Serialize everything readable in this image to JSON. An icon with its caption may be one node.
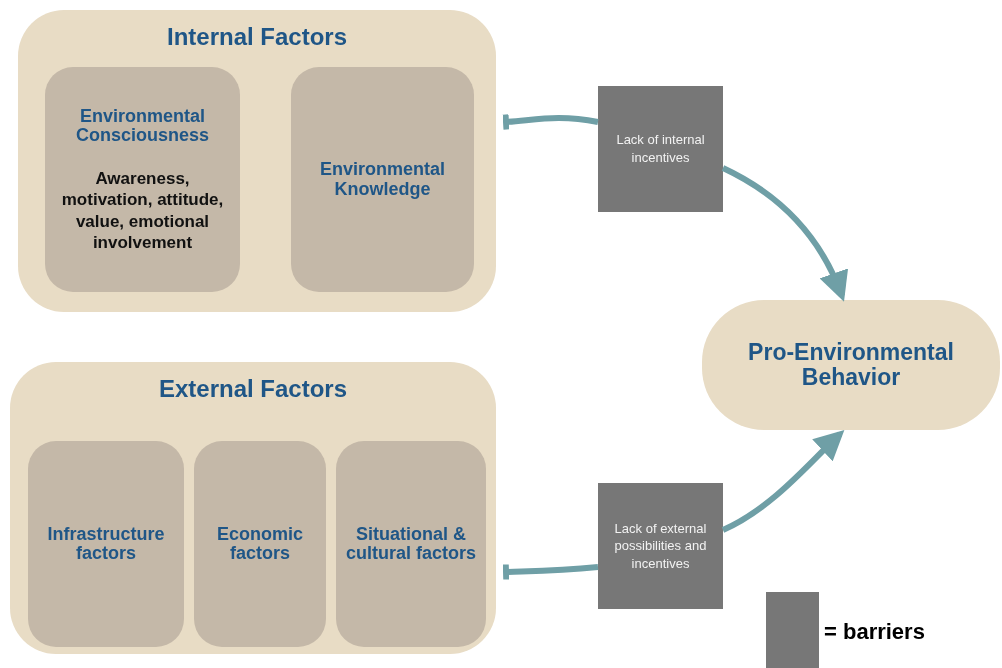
{
  "diagram": {
    "nodes": [
      {
        "text": [
          "Internal Factors"
        ]
      },
      {
        "text": [
          "Environmental Consciousness",
          "Awareness, motivation, attitude, value, emotional involvement"
        ],
        "in": 0
      },
      {
        "text": [
          "Environmental Knowledge"
        ],
        "in": 0
      },
      {
        "text": [
          "External Factors"
        ]
      },
      {
        "text": [
          "Infrastructure factors"
        ],
        "in": 3
      },
      {
        "text": [
          "Economic factors"
        ],
        "in": 3
      },
      {
        "text": [
          "Situational & cultural factors"
        ],
        "in": 3
      },
      {
        "text": [
          "Pro-Environmental Behavior"
        ]
      },
      {
        "text": [
          "Lack of internal incentives"
        ]
      },
      {
        "text": [
          "Lack of external possibilities and incentives"
        ]
      }
    ],
    "edges": [
      {
        "from": 8,
        "to": 0,
        "arrow": "other"
      },
      {
        "from": 8,
        "to": 7,
        "arrow": "to"
      },
      {
        "from": 9,
        "to": 3,
        "arrow": "other"
      },
      {
        "from": 9,
        "to": 7,
        "arrow": "to"
      }
    ],
    "legend": [
      {
        "text": "= barriers",
        "color": "#777777"
      }
    ]
  }
}
